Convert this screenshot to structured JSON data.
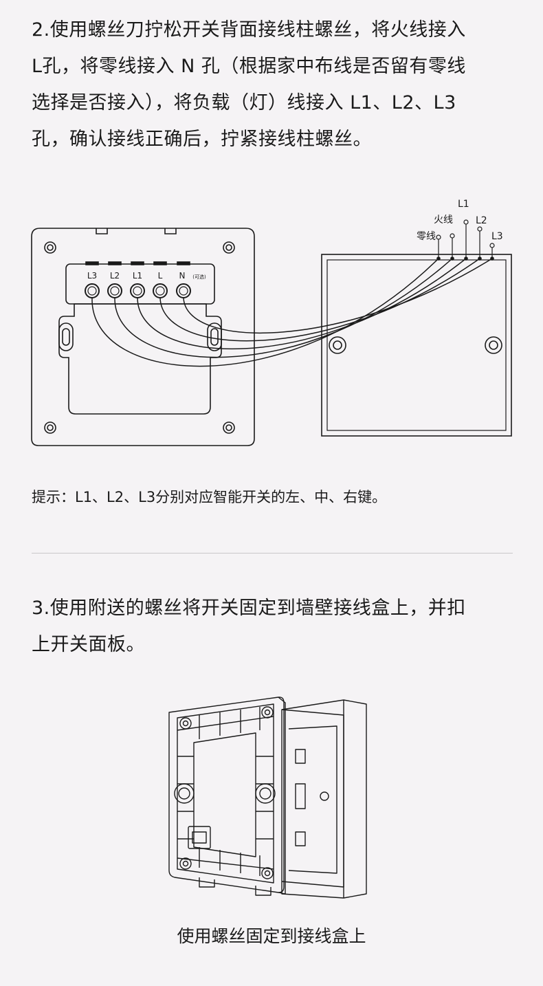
{
  "step2": {
    "lines": [
      "2.使用螺丝刀拧松开关背面接线柱螺丝，将火线接入",
      "L孔，将零线接入 N 孔（根据家中布线是否留有零线",
      "选择是否接入），将负载（灯）线接入  L1、L2、L3",
      "孔，确认接线正确后，拧紧接线柱螺丝。"
    ]
  },
  "diagram": {
    "terminals": [
      "L3",
      "L2",
      "L1",
      "L",
      "N"
    ],
    "optional_note": "(可选)",
    "wire_labels": {
      "l1": "L1",
      "live": "火线",
      "l2": "L2",
      "neutral": "零线",
      "l3": "L3"
    }
  },
  "tip": "提示：L1、L2、L3分别对应智能开关的左、中、右键。",
  "step3": {
    "lines": [
      "3.使用附送的螺丝将开关固定到墙壁接线盒上，并扣",
      "上开关面板。"
    ]
  },
  "caption": "使用螺丝固定到接线盒上"
}
